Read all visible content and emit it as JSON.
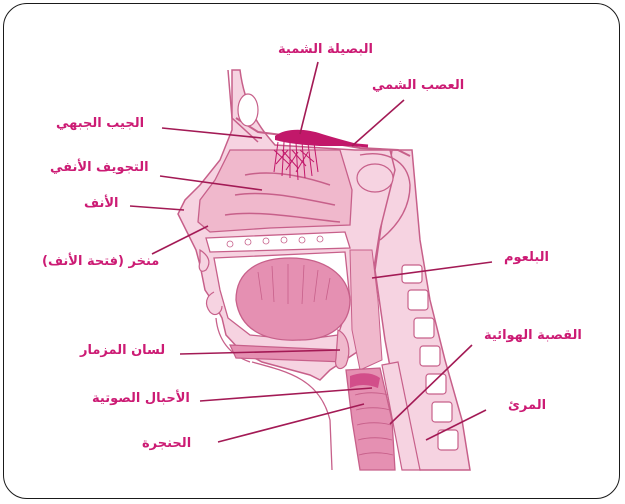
{
  "colors": {
    "label": "#cc1b74",
    "leader_line": "#a31a55",
    "tissue_light": "#f6d3e1",
    "tissue_mid": "#f0b8cc",
    "tissue_dark": "#e590b2",
    "outline": "#c7608a",
    "bulb": "#c2186a"
  },
  "labels": {
    "olfactory_bulb": "البصيلة الشمية",
    "olfactory_nerve": "العصب الشمي",
    "frontal_sinus": "الجيب الجبهي",
    "nasal_cavity": "التجويف الأنفي",
    "nose": "الأنف",
    "nostril": "منخر (فتحة الأنف)",
    "pharynx": "البلعوم",
    "epiglottis": "لسان المزمار",
    "trachea": "القصبة الهوائية",
    "vocal_cords": "الأحبال الصوتية",
    "esophagus": "المرئ",
    "larynx": "الحنجرة"
  }
}
